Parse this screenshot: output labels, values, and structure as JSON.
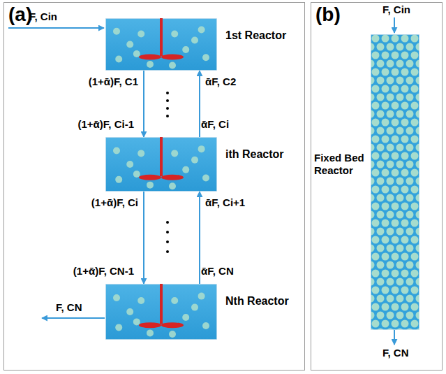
{
  "diagram": {
    "nodes": [
      {
        "text": [
          "(a)"
        ]
      },
      {
        "text": [
          "1st Reactor"
        ],
        "in": 0
      },
      {
        "text": [
          "ith Reactor"
        ],
        "in": 0
      },
      {
        "text": [
          "Nth Reactor"
        ],
        "in": 0
      },
      {
        "text": [
          "(b)"
        ]
      },
      {
        "text": [
          "Fixed Bed Reactor"
        ],
        "in": 4
      }
    ],
    "edges": [
      {
        "from": 1,
        "to": 2,
        "arrow": "to",
        "label": "(1+ᾱ)F, C1"
      },
      {
        "from": 2,
        "to": 1,
        "arrow": "to",
        "label": "ᾱF, C2"
      },
      {
        "from": 2,
        "to": 3,
        "arrow": "to",
        "label": "(1+ᾱ)F, Ci"
      },
      {
        "from": 3,
        "to": 2,
        "arrow": "to",
        "label": "ᾱF, Ci+1"
      }
    ],
    "labels": [
      "F, Cin",
      "(1+ᾱ)F, Ci-1",
      "ᾱF, Ci",
      "(1+ᾱ)F, CN-1",
      "ᾱF, CN",
      "F, CN",
      "F, Cin",
      "F, CN"
    ]
  }
}
